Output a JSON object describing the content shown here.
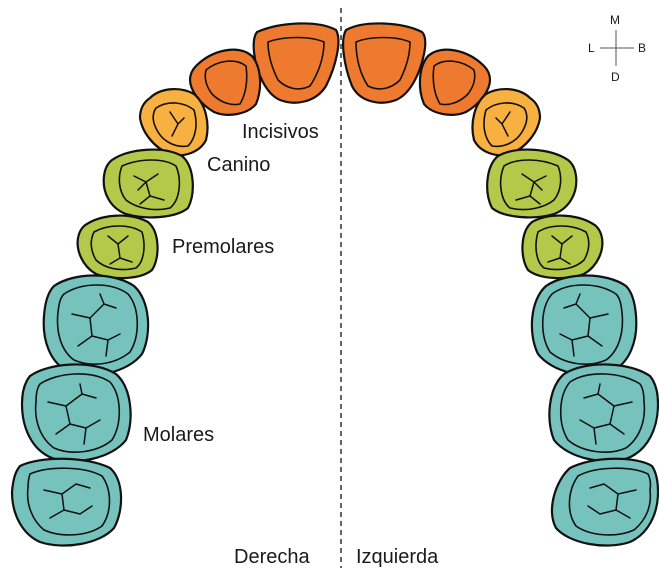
{
  "labels": {
    "incisivos": "Incisivos",
    "canino": "Canino",
    "premolares": "Premolares",
    "molares": "Molares",
    "derecha": "Derecha",
    "izquierda": "Izquierda"
  },
  "compass": {
    "top": "M",
    "left": "L",
    "right": "B",
    "bottom": "D"
  },
  "colors": {
    "incisors": "#ee7a30",
    "canine": "#f8b040",
    "premolars": "#b4c84a",
    "molars": "#76c3be",
    "outline": "#111111",
    "midline": "#333333"
  }
}
